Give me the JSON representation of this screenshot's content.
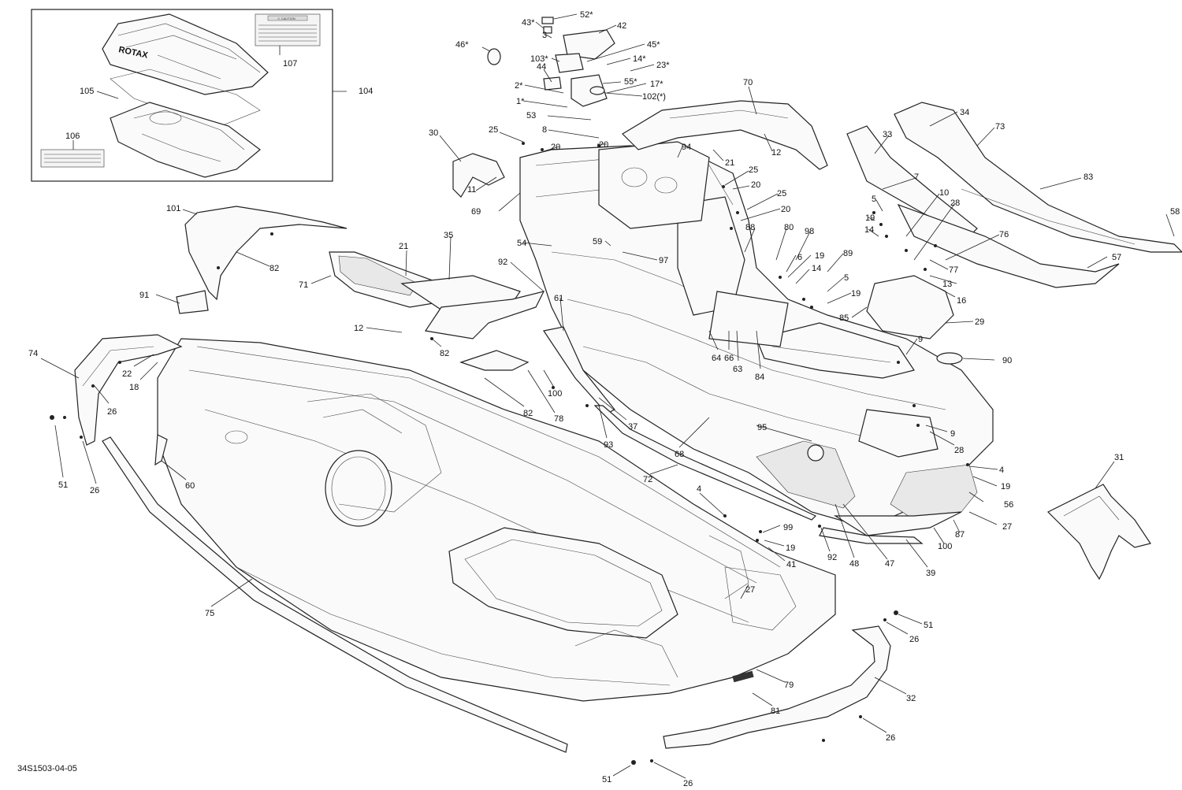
{
  "diagram": {
    "code": "34S1503-04-05",
    "inset_labels": {
      "caution": "⚠ CAUTION",
      "logo": "ROTAX"
    },
    "callouts": [
      {
        "id": "c107",
        "text": "107"
      },
      {
        "id": "c104",
        "text": "104"
      },
      {
        "id": "c105",
        "text": "105"
      },
      {
        "id": "c106",
        "text": "106"
      },
      {
        "id": "c43",
        "text": "43*"
      },
      {
        "id": "c52",
        "text": "52*"
      },
      {
        "id": "c42",
        "text": "42"
      },
      {
        "id": "c3",
        "text": "3"
      },
      {
        "id": "c46",
        "text": "46*"
      },
      {
        "id": "c45",
        "text": "45*"
      },
      {
        "id": "c103",
        "text": "103*"
      },
      {
        "id": "c14a",
        "text": "14*"
      },
      {
        "id": "c44",
        "text": "44"
      },
      {
        "id": "c23",
        "text": "23*"
      },
      {
        "id": "c55",
        "text": "55*"
      },
      {
        "id": "c2",
        "text": "2*"
      },
      {
        "id": "c17",
        "text": "17*"
      },
      {
        "id": "c102",
        "text": "102(*)"
      },
      {
        "id": "c1",
        "text": "1*"
      },
      {
        "id": "c70",
        "text": "70"
      },
      {
        "id": "c53",
        "text": "53"
      },
      {
        "id": "c25a",
        "text": "25"
      },
      {
        "id": "c8",
        "text": "8"
      },
      {
        "id": "c30",
        "text": "30"
      },
      {
        "id": "c20a",
        "text": "20"
      },
      {
        "id": "c20b",
        "text": "20"
      },
      {
        "id": "c94",
        "text": "94"
      },
      {
        "id": "c34",
        "text": "34"
      },
      {
        "id": "c33",
        "text": "33"
      },
      {
        "id": "c73",
        "text": "73"
      },
      {
        "id": "c21a",
        "text": "21"
      },
      {
        "id": "c12a",
        "text": "12"
      },
      {
        "id": "c25b",
        "text": "25"
      },
      {
        "id": "c11",
        "text": "11"
      },
      {
        "id": "c20c",
        "text": "20"
      },
      {
        "id": "c7",
        "text": "7"
      },
      {
        "id": "c83",
        "text": "83"
      },
      {
        "id": "c25c",
        "text": "25"
      },
      {
        "id": "c10",
        "text": "10"
      },
      {
        "id": "c69",
        "text": "69"
      },
      {
        "id": "c20d",
        "text": "20"
      },
      {
        "id": "c5a",
        "text": "5"
      },
      {
        "id": "c28a",
        "text": "28"
      },
      {
        "id": "c101",
        "text": "101"
      },
      {
        "id": "c58",
        "text": "58"
      },
      {
        "id": "c19a",
        "text": "19"
      },
      {
        "id": "c88",
        "text": "88"
      },
      {
        "id": "c80",
        "text": "80"
      },
      {
        "id": "c98",
        "text": "98"
      },
      {
        "id": "c14b",
        "text": "14"
      },
      {
        "id": "c35",
        "text": "35"
      },
      {
        "id": "c54",
        "text": "54"
      },
      {
        "id": "c59",
        "text": "59"
      },
      {
        "id": "c21b",
        "text": "21"
      },
      {
        "id": "c76",
        "text": "76"
      },
      {
        "id": "c97",
        "text": "97"
      },
      {
        "id": "c6",
        "text": "6"
      },
      {
        "id": "c19b",
        "text": "19"
      },
      {
        "id": "c89",
        "text": "89"
      },
      {
        "id": "c77",
        "text": "77"
      },
      {
        "id": "c57",
        "text": "57"
      },
      {
        "id": "c82a",
        "text": "82"
      },
      {
        "id": "c92a",
        "text": "92"
      },
      {
        "id": "c14c",
        "text": "14"
      },
      {
        "id": "c71",
        "text": "71"
      },
      {
        "id": "c13",
        "text": "13"
      },
      {
        "id": "c5b",
        "text": "5"
      },
      {
        "id": "c16",
        "text": "16"
      },
      {
        "id": "c19c",
        "text": "19"
      },
      {
        "id": "c91",
        "text": "91"
      },
      {
        "id": "c61",
        "text": "61"
      },
      {
        "id": "c85",
        "text": "85"
      },
      {
        "id": "c29",
        "text": "29"
      },
      {
        "id": "c12b",
        "text": "12"
      },
      {
        "id": "c9a",
        "text": "9"
      },
      {
        "id": "c74",
        "text": "74"
      },
      {
        "id": "c82b",
        "text": "82"
      },
      {
        "id": "c64",
        "text": "64"
      },
      {
        "id": "c66",
        "text": "66"
      },
      {
        "id": "c63",
        "text": "63"
      },
      {
        "id": "c22",
        "text": "22"
      },
      {
        "id": "c90",
        "text": "90"
      },
      {
        "id": "c84",
        "text": "84"
      },
      {
        "id": "c18",
        "text": "18"
      },
      {
        "id": "c100a",
        "text": "100"
      },
      {
        "id": "c26a",
        "text": "26"
      },
      {
        "id": "c82c",
        "text": "82"
      },
      {
        "id": "c78",
        "text": "78"
      },
      {
        "id": "c37",
        "text": "37"
      },
      {
        "id": "c95",
        "text": "95"
      },
      {
        "id": "c9b",
        "text": "9"
      },
      {
        "id": "c93",
        "text": "93"
      },
      {
        "id": "c28b",
        "text": "28"
      },
      {
        "id": "c68",
        "text": "68"
      },
      {
        "id": "c31",
        "text": "31"
      },
      {
        "id": "c4a",
        "text": "4"
      },
      {
        "id": "c51a",
        "text": "51"
      },
      {
        "id": "c26b",
        "text": "26"
      },
      {
        "id": "c60",
        "text": "60"
      },
      {
        "id": "c72",
        "text": "72"
      },
      {
        "id": "c19d",
        "text": "19"
      },
      {
        "id": "c4b",
        "text": "4"
      },
      {
        "id": "c56",
        "text": "56"
      },
      {
        "id": "c99",
        "text": "99"
      },
      {
        "id": "c27a",
        "text": "27"
      },
      {
        "id": "c19e",
        "text": "19"
      },
      {
        "id": "c87",
        "text": "87"
      },
      {
        "id": "c100b",
        "text": "100"
      },
      {
        "id": "c92b",
        "text": "92"
      },
      {
        "id": "c41",
        "text": "41"
      },
      {
        "id": "c48",
        "text": "48"
      },
      {
        "id": "c47",
        "text": "47"
      },
      {
        "id": "c39",
        "text": "39"
      },
      {
        "id": "c27b",
        "text": "27"
      },
      {
        "id": "c75",
        "text": "75"
      },
      {
        "id": "c51b",
        "text": "51"
      },
      {
        "id": "c26c",
        "text": "26"
      },
      {
        "id": "c79",
        "text": "79"
      },
      {
        "id": "c32",
        "text": "32"
      },
      {
        "id": "c81",
        "text": "81"
      },
      {
        "id": "c26d",
        "text": "26"
      },
      {
        "id": "c51c",
        "text": "51"
      },
      {
        "id": "c26e",
        "text": "26"
      }
    ]
  }
}
